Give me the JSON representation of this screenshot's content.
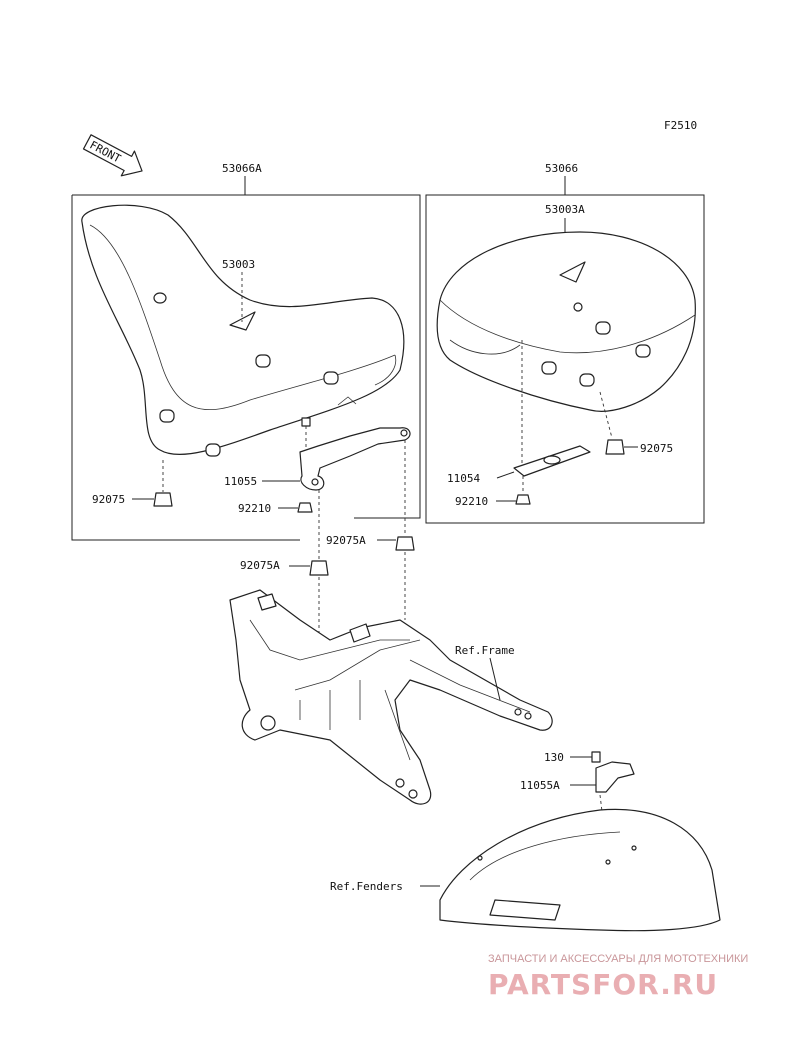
{
  "figure_code": "F2510",
  "front_arrow_label": "FRONT",
  "callouts": {
    "seat_assembly_left": "53066A",
    "seat_assembly_right": "53066",
    "strap_left": "53003",
    "strap_right": "53003A",
    "damper_left": "92075",
    "damper_right": "92075",
    "bracket_left": "11055",
    "bracket_right": "11054",
    "nut_left": "92210",
    "nut_right": "92210",
    "damper_a_upper": "92075A",
    "damper_a_lower": "92075A",
    "bolt": "130",
    "bracket_a": "11055A",
    "ref_frame": "Ref.Frame",
    "ref_fenders": "Ref.Fenders"
  },
  "watermark": {
    "tagline": "ЗАПЧАСТИ И АКСЕССУАРЫ ДЛЯ МОТОТЕХНИКИ",
    "brand": "PARTSFOR.RU"
  },
  "colors": {
    "line": "#222222",
    "watermark_brand": "#e9aeb2",
    "watermark_text": "#c9969a"
  }
}
